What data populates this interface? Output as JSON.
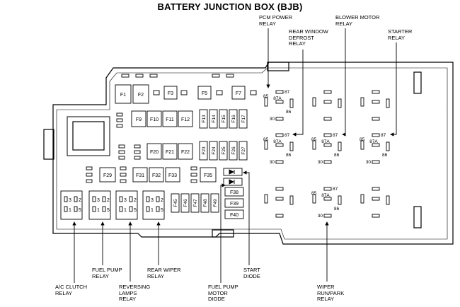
{
  "title": "BATTERY JUNCTION BOX (BJB)",
  "callouts_top": {
    "pcm": [
      "PCM POWER",
      "RELAY"
    ],
    "rear_window": [
      "REAR WINDOW",
      "DEFROST",
      "RELAY"
    ],
    "blower": [
      "BLOWER MOTOR",
      "RELAY"
    ],
    "starter": [
      "STARTER",
      "RELAY"
    ]
  },
  "callouts_bottom": {
    "ac": [
      "A/C CLUTCH",
      "RELAY"
    ],
    "fuel_pump_relay": [
      "FUEL PUMP",
      "RELAY"
    ],
    "reversing": [
      "REVERSING",
      "LAMPS",
      "RELAY"
    ],
    "rear_wiper": [
      "REAR WIPER",
      "RELAY"
    ],
    "fuel_pump_diode": [
      "FUEL PUMP",
      "MOTOR",
      "DIODE"
    ],
    "start_diode": [
      "START",
      "DIODE"
    ],
    "wiper_run_park": [
      "WIPER",
      "RUN/PARK",
      "RELAY"
    ]
  },
  "fuses": {
    "F1": "F1",
    "F2": "F2",
    "F3": "F3",
    "F5": "F5",
    "F7": "F7",
    "F9": "F9",
    "F10": "F10",
    "F11": "F11",
    "F12": "F12",
    "F13": "F13",
    "F14": "F14",
    "F15": "F15",
    "F16": "F16",
    "F17": "F17",
    "F20": "F20",
    "F21": "F21",
    "F22": "F22",
    "F23": "F23",
    "F24": "F24",
    "F25": "F25",
    "F26": "F26",
    "F27": "F27",
    "F29": "F29",
    "F31": "F31",
    "F32": "F32",
    "F33": "F33",
    "F35": "F35",
    "F38": "F38",
    "F39": "F39",
    "F40": "F40",
    "F45": "F45",
    "F46": "F46",
    "F47": "F47",
    "F48": "F48",
    "F49": "F49"
  },
  "relay_pins": {
    "p85": "85",
    "p87": "87",
    "p87a": "87A",
    "p86": "86",
    "p30": "30"
  },
  "mini_relay_pins": {
    "p1": "1",
    "p2": "2",
    "p3": "3",
    "p5": "5"
  }
}
